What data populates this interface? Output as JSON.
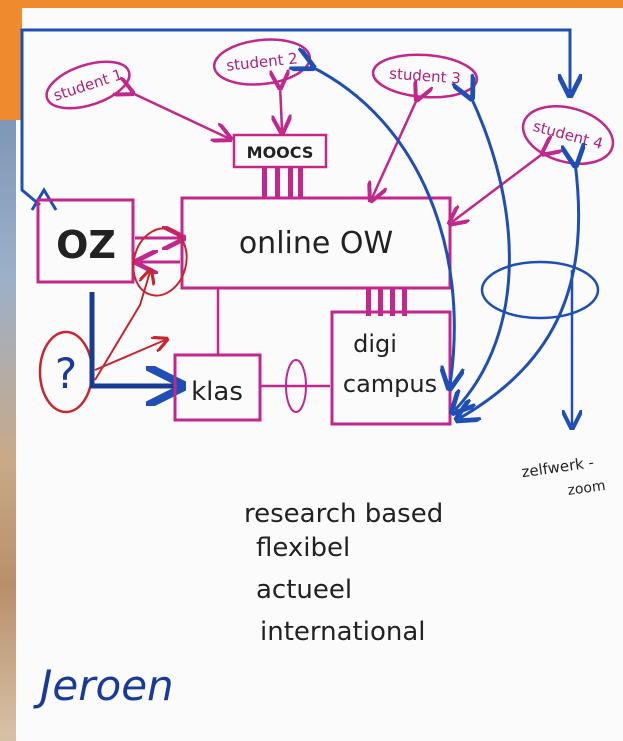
{
  "colors": {
    "pink": "#c2278c",
    "blue": "#1f4fb5",
    "dark_blue": "#183b96",
    "red": "#c8262f",
    "ink": "#222222",
    "orange": "#f08a2e"
  },
  "nodes": {
    "student1": "student 1",
    "student2": "student 2",
    "student3": "student 3",
    "student4": "student 4",
    "moocs": "MOOCS",
    "oz": "OZ",
    "online_ow": "online OW",
    "klas": "klas",
    "digi_line1": "digi",
    "digi_line2": "campus",
    "question": "?",
    "zelfwerk_line1": "zelfwerk -",
    "zelfwerk_line2": "zoom"
  },
  "keywords": [
    "research based",
    "flexibel",
    "actueel",
    "international"
  ],
  "signature": "Jeroen"
}
